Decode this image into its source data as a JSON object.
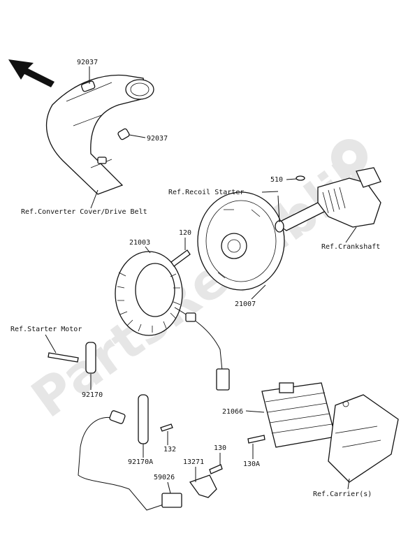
{
  "watermark": "PartsRepublik",
  "labels": {
    "p92037_top": "92037",
    "p92037_mid": "92037",
    "ref_converter": "Ref.Converter Cover/Drive Belt",
    "ref_recoil": "Ref.Recoil Starter",
    "p510": "510",
    "ref_crankshaft": "Ref.Crankshaft",
    "p120": "120",
    "p21003": "21003",
    "p21007": "21007",
    "ref_starter_motor": "Ref.Starter Motor",
    "p92170": "92170",
    "p21066": "21066",
    "p130": "130",
    "p130A": "130A",
    "p132": "132",
    "p92170A": "92170A",
    "p13271": "13271",
    "p59026": "59026",
    "ref_carrier": "Ref.Carrier(s)"
  }
}
